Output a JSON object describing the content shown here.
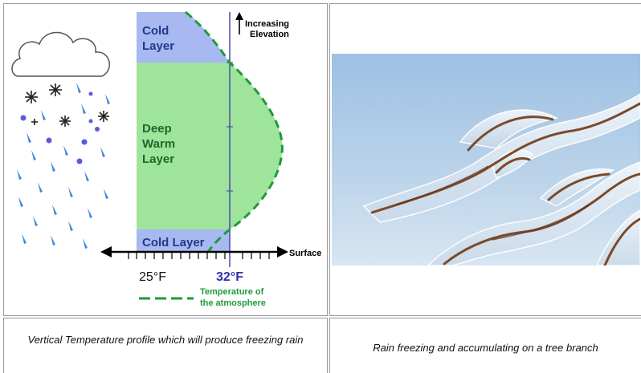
{
  "diagram": {
    "top_cold_label_1": "Cold",
    "top_cold_label_2": "Layer",
    "warm_label_1": "Deep",
    "warm_label_2": "Warm",
    "warm_label_3": "Layer",
    "bottom_cold_label": "Cold Layer",
    "elevation_label_1": "Increasing",
    "elevation_label_2": "Elevation",
    "surface_label": "Surface",
    "tick_25": "25°F",
    "tick_32": "32°F",
    "legend_label_1": "Temperature of",
    "legend_label_2": "the atmosphere",
    "colors": {
      "cold": "#a8b8f0",
      "warm": "#9ee49a",
      "curve": "#1f9a3a",
      "freezing_line": "#4a4ab0",
      "axis": "#000000",
      "label_text": "#1e3a8c",
      "warm_text": "#1a6a2a",
      "snow": "#222222",
      "rain": "#3a8ad8",
      "sleet": "#5a5ae0"
    }
  },
  "photo": {
    "description_icon": "ice-covered-branch-photo"
  },
  "captions": {
    "left": "Vertical Temperature profile which will produce freezing rain",
    "right": "Rain freezing and accumulating on a tree branch"
  }
}
